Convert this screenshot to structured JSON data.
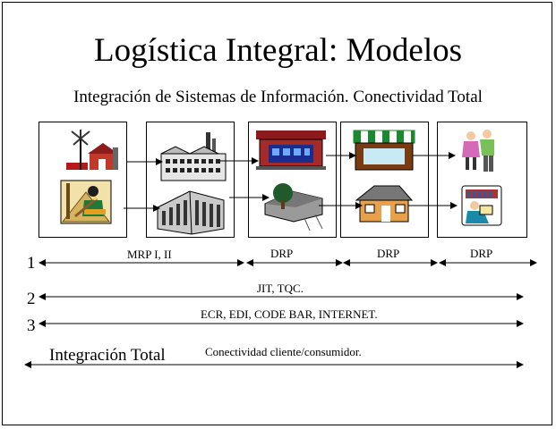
{
  "title": "Logística Integral: Modelos",
  "subtitle": "Integración de Sistemas de Información.  Conectividad Total",
  "stages": [
    {
      "id": "suppliers",
      "icons": [
        "farm-icon",
        "miner-icon"
      ]
    },
    {
      "id": "manufacturers",
      "icons": [
        "factory-icon",
        "office-building-icon"
      ]
    },
    {
      "id": "distributors",
      "icons": [
        "store-icon",
        "warehouse-icon"
      ]
    },
    {
      "id": "retailers",
      "icons": [
        "awning-shop-icon",
        "house-icon"
      ]
    },
    {
      "id": "consumers",
      "icons": [
        "shoppers-icon",
        "reader-icon"
      ]
    }
  ],
  "row1": {
    "number": "1",
    "labels": [
      "MRP I, II",
      "DRP",
      "DRP",
      "DRP"
    ]
  },
  "row2": {
    "number": "2",
    "label": "JIT,  TQC."
  },
  "row3": {
    "number": "3",
    "label": "ECR, EDI,  CODE BAR, INTERNET."
  },
  "row4": {
    "label": "Integración Total",
    "caption": "Conectividad cliente/consumidor."
  },
  "colors": {
    "line": "#000000",
    "background": "#ffffff"
  }
}
